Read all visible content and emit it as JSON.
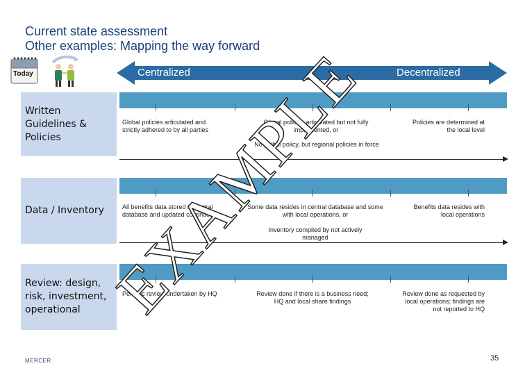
{
  "header": {
    "title": "Current state assessment",
    "subtitle": "Other examples: Mapping the way forward"
  },
  "icons": {
    "calendar_label": "Today",
    "calendar": "calendar-icon",
    "people": "people-signpost-icon"
  },
  "scale": {
    "left_label": "Centralized",
    "right_label": "Decentralized"
  },
  "rows": [
    {
      "label": "Written Guidelines & Policies",
      "col1": "Global policies articulated and strictly adhered to by all parties",
      "col2": "Global policies articulated but not fully implemented, or",
      "col2b": "No global policy, but regional policies in force",
      "col3": "Policies are determined at the local level"
    },
    {
      "label": "Data / Inventory",
      "col1": "All benefits data stored in central database and updated continuously",
      "col2": "Some data resides in central database and some with local operations, or",
      "col2b": "Inventory compiled by not actively managed",
      "col3": "Benefits data resides with local operations"
    },
    {
      "label": "Review: design, risk, investment, operational",
      "col1": "Periodic review undertaken by HQ",
      "col2": "Review done if there is a business need; HQ and local share findings",
      "col3": "Review done as requested by local operations; findings are not reported to HQ"
    }
  ],
  "watermark": "EXAMPLE",
  "footer": {
    "brand": "MERCER",
    "page": "35"
  },
  "colors": {
    "title": "#1a3f7a",
    "scale_arrow": "#2a6ca3",
    "band": "#4f9bc4",
    "row_label_bg": "#c9d8ec"
  }
}
